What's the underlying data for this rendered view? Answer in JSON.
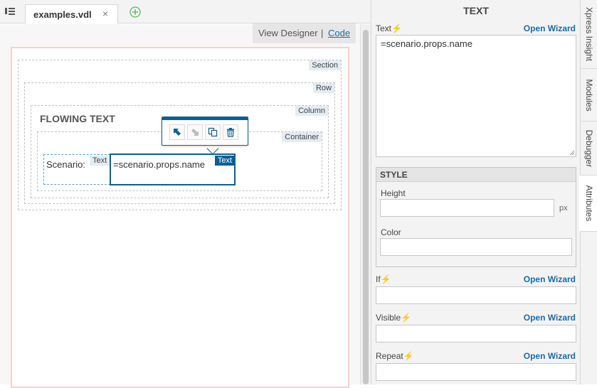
{
  "file_tab": {
    "label": "examples.vdl",
    "close": "×"
  },
  "view_toggle": {
    "designer_label": "View Designer",
    "separator": "|",
    "code_label": "Code"
  },
  "canvas": {
    "section_tag": "Section",
    "row_tag": "Row",
    "column_tag": "Column",
    "heading": "FLOWING TEXT",
    "container_tag": "Container",
    "text1": {
      "label": "Scenario:",
      "tag": "Text"
    },
    "text2": {
      "label": "=scenario.props.name",
      "tag": "Text"
    }
  },
  "panel": {
    "title": "TEXT",
    "text_field": {
      "label": "Text",
      "wizard": "Open Wizard",
      "value": "=scenario.props.name"
    },
    "style": {
      "heading": "STYLE",
      "height_label": "Height",
      "height_value": "",
      "height_unit": "px",
      "color_label": "Color",
      "color_value": ""
    },
    "if_field": {
      "label": "If",
      "wizard": "Open Wizard",
      "value": ""
    },
    "visible_field": {
      "label": "Visible",
      "wizard": "Open Wizard",
      "value": ""
    },
    "repeat_field": {
      "label": "Repeat",
      "wizard": "Open Wizard",
      "value": ""
    }
  },
  "side_tabs": [
    "Xpress Insight",
    "Modules",
    "Debugger",
    "Attributes"
  ],
  "colors": {
    "accent": "#0f5e92",
    "link": "#1a6aa8",
    "bolt": "#f2a900",
    "canvas_border": "#f6cfcf",
    "add_icon": "#5cb85c"
  }
}
